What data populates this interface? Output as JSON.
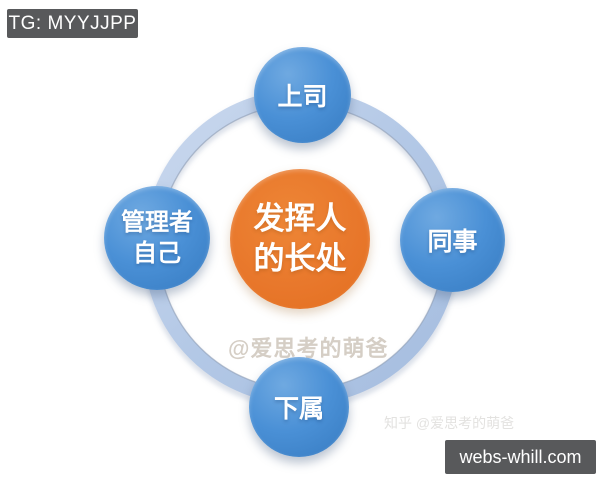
{
  "badge": {
    "label": "TG: MYYJJPP"
  },
  "diagram": {
    "center": {
      "line1": "发挥人",
      "line2": "的长处",
      "color": "#E8772B"
    },
    "nodes": [
      {
        "id": "top",
        "label": "上司"
      },
      {
        "id": "right",
        "label": "同事"
      },
      {
        "id": "bottom",
        "label": "下属"
      },
      {
        "id": "left",
        "line1": "管理者",
        "line2": "自己"
      }
    ],
    "node_color": "#4A90D6",
    "ring_color": "#B3C8E6"
  },
  "watermarks": {
    "center": "@爱思考的萌爸",
    "zhihu": "知乎 @爱思考的萌爸"
  },
  "footer": {
    "label": "webs-whill.com"
  }
}
